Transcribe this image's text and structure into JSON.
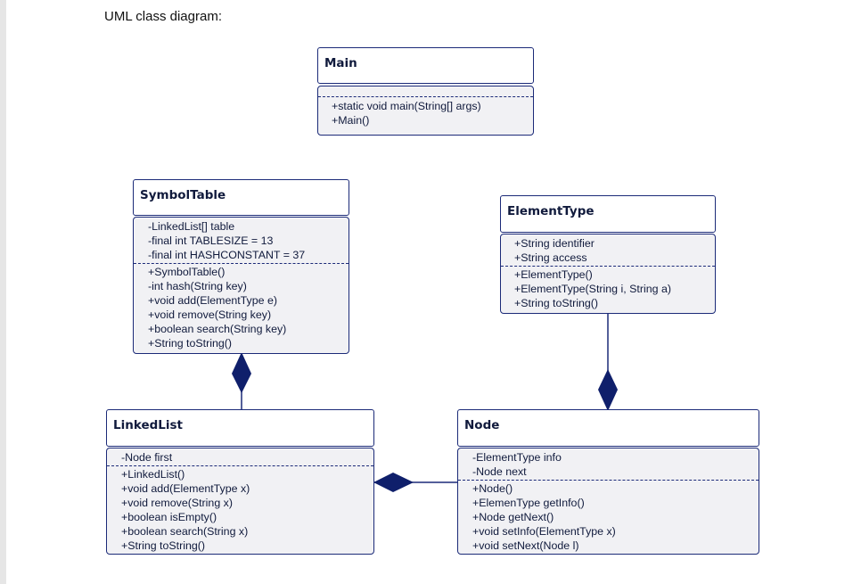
{
  "title": "UML class diagram:",
  "classes": {
    "main": {
      "name": "Main",
      "attributes": [],
      "methods": [
        "+static void main(String[] args)",
        "+Main()"
      ]
    },
    "symboltable": {
      "name": "SymbolTable",
      "attributes": [
        "-LinkedList[] table",
        "-final int TABLESIZE = 13",
        "-final int HASHCONSTANT = 37"
      ],
      "methods": [
        "+SymbolTable()",
        "-int hash(String key)",
        "+void add(ElementType e)",
        "+void remove(String key)",
        "+boolean search(String key)",
        "+String toString()"
      ]
    },
    "elementtype": {
      "name": "ElementType",
      "attributes": [
        "+String identifier",
        "+String access"
      ],
      "methods": [
        "+ElementType()",
        "+ElementType(String i, String a)",
        "+String toString()"
      ]
    },
    "linkedlist": {
      "name": "LinkedList",
      "attributes": [
        "-Node first"
      ],
      "methods": [
        "+LinkedList()",
        "+void add(ElementType x)",
        "+void remove(String x)",
        "+boolean isEmpty()",
        "+boolean search(String x)",
        "+String toString()"
      ]
    },
    "node": {
      "name": "Node",
      "attributes": [
        "-ElementType info",
        "-Node next"
      ],
      "methods": [
        "+Node()",
        "+ElemenType getInfo()",
        "+Node getNext()",
        "+void setInfo(ElementType x)",
        "+void setNext(Node l)"
      ]
    }
  },
  "colors": {
    "border": "#1b2a78",
    "diamond": "#0f1f6b",
    "body_fill": "#f1f1f4"
  }
}
